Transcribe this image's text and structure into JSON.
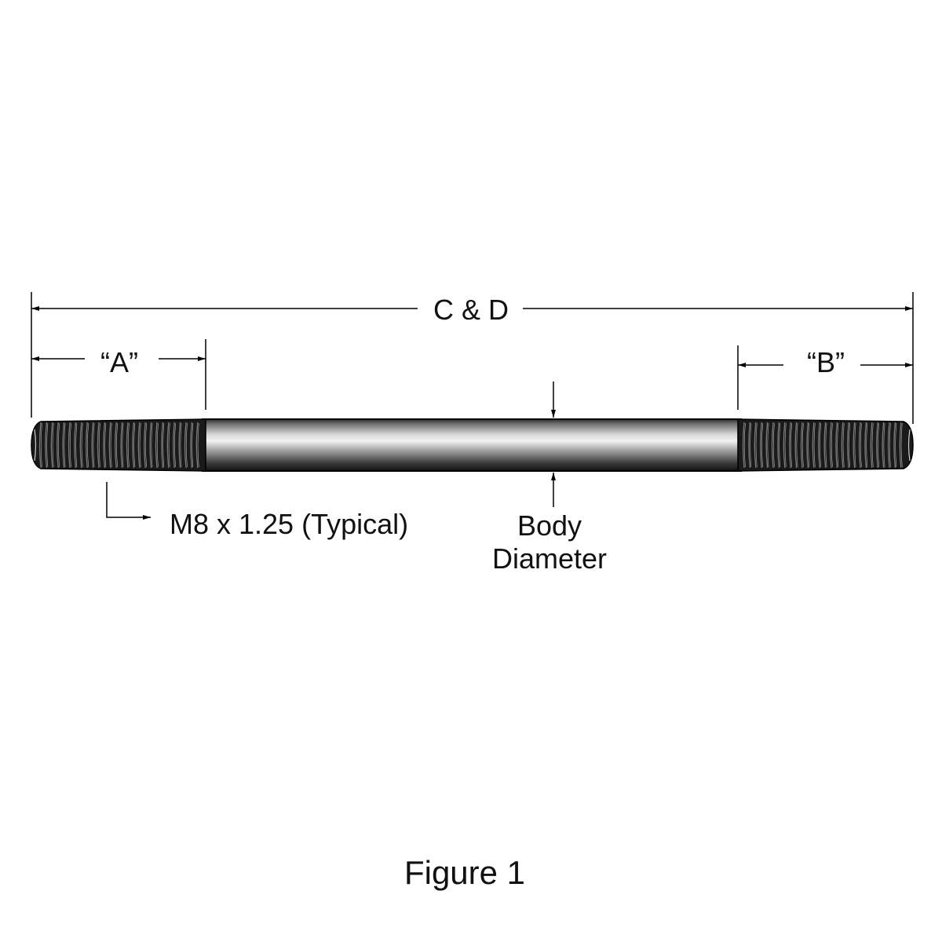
{
  "diagram": {
    "overall_dimension_label": "C & D",
    "left_thread_length_label": "“A”",
    "right_thread_length_label": "“B”",
    "thread_spec_label": "M8 x 1.25 (Typical)",
    "body_diameter_label_line1": "Body",
    "body_diameter_label_line2": "Diameter",
    "caption": "Figure 1"
  },
  "colors": {
    "line": "#000000",
    "thread": "#1a1a1a",
    "body_highlight": "#e6e6e6",
    "body_shadow": "#1e1e1e"
  }
}
